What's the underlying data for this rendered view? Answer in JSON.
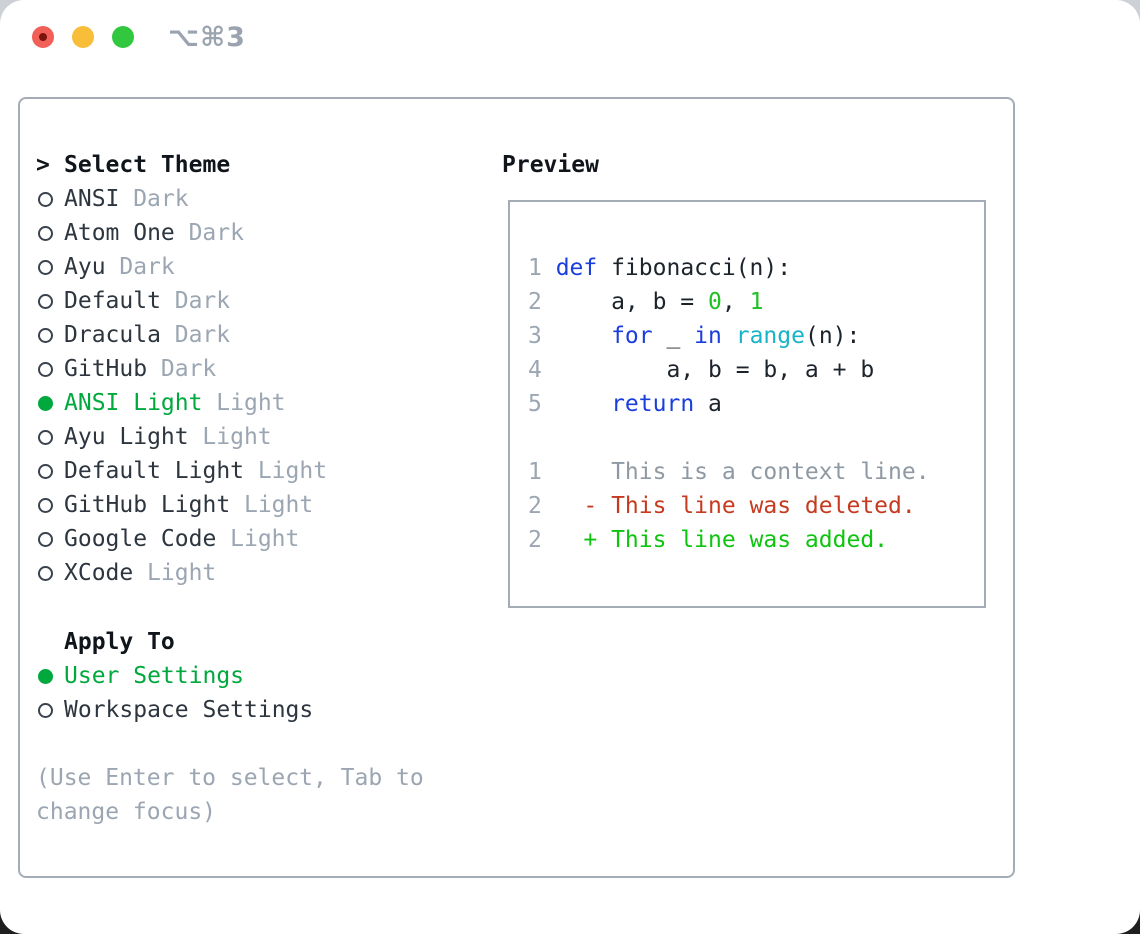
{
  "window": {
    "title": "⌥⌘3",
    "traffic_lights": {
      "close": "close",
      "minimize": "minimize",
      "zoom": "zoom"
    }
  },
  "theme_panel": {
    "header_prompt": ">",
    "header": "Select Theme",
    "items": [
      {
        "name": "ANSI",
        "variant": "Dark",
        "selected": false
      },
      {
        "name": "Atom One",
        "variant": "Dark",
        "selected": false
      },
      {
        "name": "Ayu",
        "variant": "Dark",
        "selected": false
      },
      {
        "name": "Default",
        "variant": "Dark",
        "selected": false
      },
      {
        "name": "Dracula",
        "variant": "Dark",
        "selected": false
      },
      {
        "name": "GitHub",
        "variant": "Dark",
        "selected": false
      },
      {
        "name": "ANSI Light",
        "variant": "Light",
        "selected": true
      },
      {
        "name": "Ayu Light",
        "variant": "Light",
        "selected": false
      },
      {
        "name": "Default Light",
        "variant": "Light",
        "selected": false
      },
      {
        "name": "GitHub Light",
        "variant": "Light",
        "selected": false
      },
      {
        "name": "Google Code",
        "variant": "Light",
        "selected": false
      },
      {
        "name": "XCode",
        "variant": "Light",
        "selected": false
      }
    ]
  },
  "apply_panel": {
    "header": "Apply To",
    "options": [
      {
        "label": "User Settings",
        "selected": true
      },
      {
        "label": "Workspace Settings",
        "selected": false
      }
    ]
  },
  "help_text": "(Use Enter to select, Tab to change focus)",
  "preview": {
    "header": "Preview",
    "code_lines": [
      {
        "num": "1",
        "segments": [
          {
            "t": "def",
            "c": "keyword"
          },
          {
            "t": " fibonacci(n):",
            "c": "plain"
          }
        ]
      },
      {
        "num": "2",
        "segments": [
          {
            "t": "    a, b = ",
            "c": "plain"
          },
          {
            "t": "0",
            "c": "number"
          },
          {
            "t": ", ",
            "c": "plain"
          },
          {
            "t": "1",
            "c": "number"
          }
        ]
      },
      {
        "num": "3",
        "segments": [
          {
            "t": "    ",
            "c": "plain"
          },
          {
            "t": "for",
            "c": "keyword"
          },
          {
            "t": " _ ",
            "c": "plain"
          },
          {
            "t": "in",
            "c": "keyword"
          },
          {
            "t": " ",
            "c": "plain"
          },
          {
            "t": "range",
            "c": "builtin"
          },
          {
            "t": "(n):",
            "c": "plain"
          }
        ]
      },
      {
        "num": "4",
        "segments": [
          {
            "t": "        a, b = b, a + b",
            "c": "plain"
          }
        ]
      },
      {
        "num": "5",
        "segments": [
          {
            "t": "    ",
            "c": "plain"
          },
          {
            "t": "return",
            "c": "keyword"
          },
          {
            "t": " a",
            "c": "plain"
          }
        ]
      },
      {
        "num": "",
        "segments": []
      },
      {
        "num": "1",
        "segments": [
          {
            "t": "    This is a context line.",
            "c": "context"
          }
        ]
      },
      {
        "num": "2",
        "segments": [
          {
            "t": "  - This line was deleted.",
            "c": "deleted"
          }
        ]
      },
      {
        "num": "2",
        "segments": [
          {
            "t": "  + This line was added.",
            "c": "added"
          }
        ]
      }
    ]
  },
  "colors": {
    "selected_green": "#00a83e",
    "keyword_blue": "#1a3edd",
    "builtin_cyan": "#16b3c9",
    "number_green": "#1ec121",
    "added_green": "#0fc40f",
    "deleted_red": "#c63a20",
    "context_gray": "#8f99a3",
    "muted_gray": "#9ba6b2",
    "text_dark": "#1e242c",
    "border_gray": "#a4adb6",
    "traffic_red": "#f15f58",
    "traffic_yellow": "#f8bd39",
    "traffic_green": "#31c73e"
  }
}
